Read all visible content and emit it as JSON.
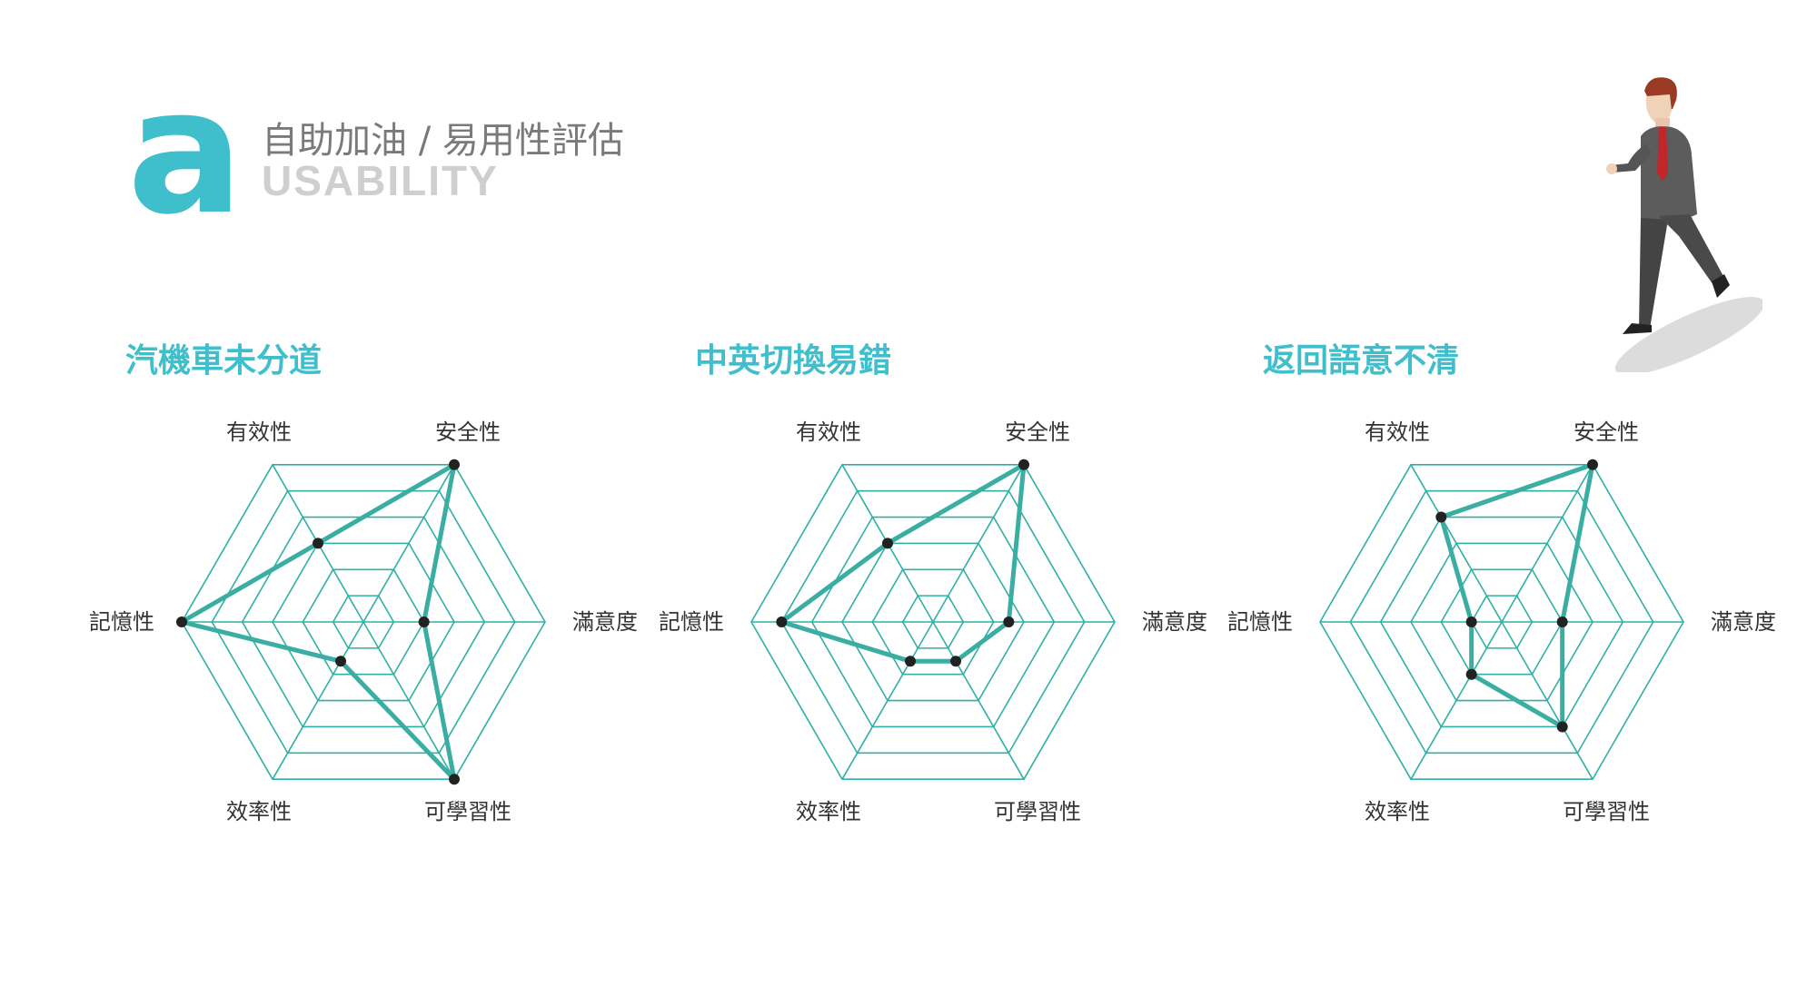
{
  "header": {
    "logo_letter": "a",
    "title_zh": "自助加油 / 易用性評估",
    "title_en": "USABILITY"
  },
  "colors": {
    "accent": "#3fbecc",
    "series_line": "#3aaea3",
    "grid": "#2fb0a5",
    "point": "#222222"
  },
  "chart_data": [
    {
      "type": "radar",
      "title": "汽機車未分道",
      "axes": [
        "安全性",
        "滿意度",
        "可學習性",
        "效率性",
        "記憶性",
        "有效性"
      ],
      "rmax": 6,
      "grid_levels": 6,
      "values": [
        6,
        2,
        6,
        1.5,
        6,
        3
      ]
    },
    {
      "type": "radar",
      "title": "中英切換易錯",
      "axes": [
        "安全性",
        "滿意度",
        "可學習性",
        "效率性",
        "記憶性",
        "有效性"
      ],
      "rmax": 6,
      "grid_levels": 6,
      "values": [
        6,
        2.5,
        1.5,
        1.5,
        5,
        3
      ]
    },
    {
      "type": "radar",
      "title": "返回語意不清",
      "axes": [
        "安全性",
        "滿意度",
        "可學習性",
        "效率性",
        "記憶性",
        "有效性"
      ],
      "rmax": 6,
      "grid_levels": 6,
      "values": [
        6,
        2,
        4,
        2,
        1,
        4
      ]
    }
  ]
}
